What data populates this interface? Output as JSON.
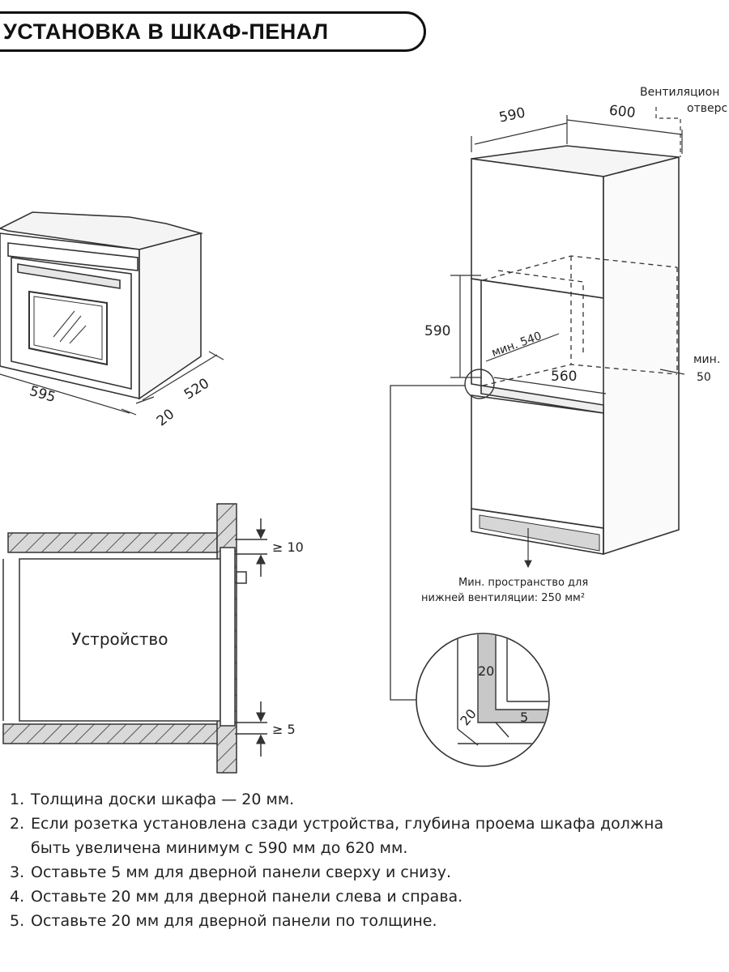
{
  "title": "УСТАНОВКА В ШКАФ-ПЕНАЛ",
  "oven_view": {
    "width_label": "595",
    "depth_label": "520",
    "door_label": "20"
  },
  "cabinet_view": {
    "top_width_label": "590",
    "top_depth_label": "600",
    "vent_label_line1": "Вентиляцион",
    "vent_label_line2": "отверс",
    "niche_height_label": "590",
    "niche_depth_label": "мин. 540",
    "niche_width_label": "560",
    "gap_label_line1": "мин.",
    "gap_label_line2": "50",
    "bottom_vent_line1": "Мин. пространство для",
    "bottom_vent_line2": "нижней вентиляции: 250 мм²"
  },
  "detail_view": {
    "label_vertical": "20",
    "label_diagonal": "20",
    "label_horizontal": "5"
  },
  "side_view": {
    "device_label": "Устройство",
    "top_gap_label": "≥ 10",
    "bottom_gap_label": "≥ 5"
  },
  "notes": [
    {
      "num": "1.",
      "lines": [
        "Толщина доски шкафа — 20 мм."
      ]
    },
    {
      "num": "2.",
      "lines": [
        "Если розетка установлена сзади устройства, глубина проема шкафа должна",
        "быть увеличена минимум с 590 мм до 620 мм."
      ]
    },
    {
      "num": "3.",
      "lines": [
        "Оставьте 5 мм для дверной панели сверху и снизу."
      ]
    },
    {
      "num": "4.",
      "lines": [
        "Оставьте 20 мм для дверной панели слева и справа."
      ]
    },
    {
      "num": "5.",
      "lines": [
        "Оставьте 20 мм для дверной панели по толщине."
      ]
    }
  ]
}
